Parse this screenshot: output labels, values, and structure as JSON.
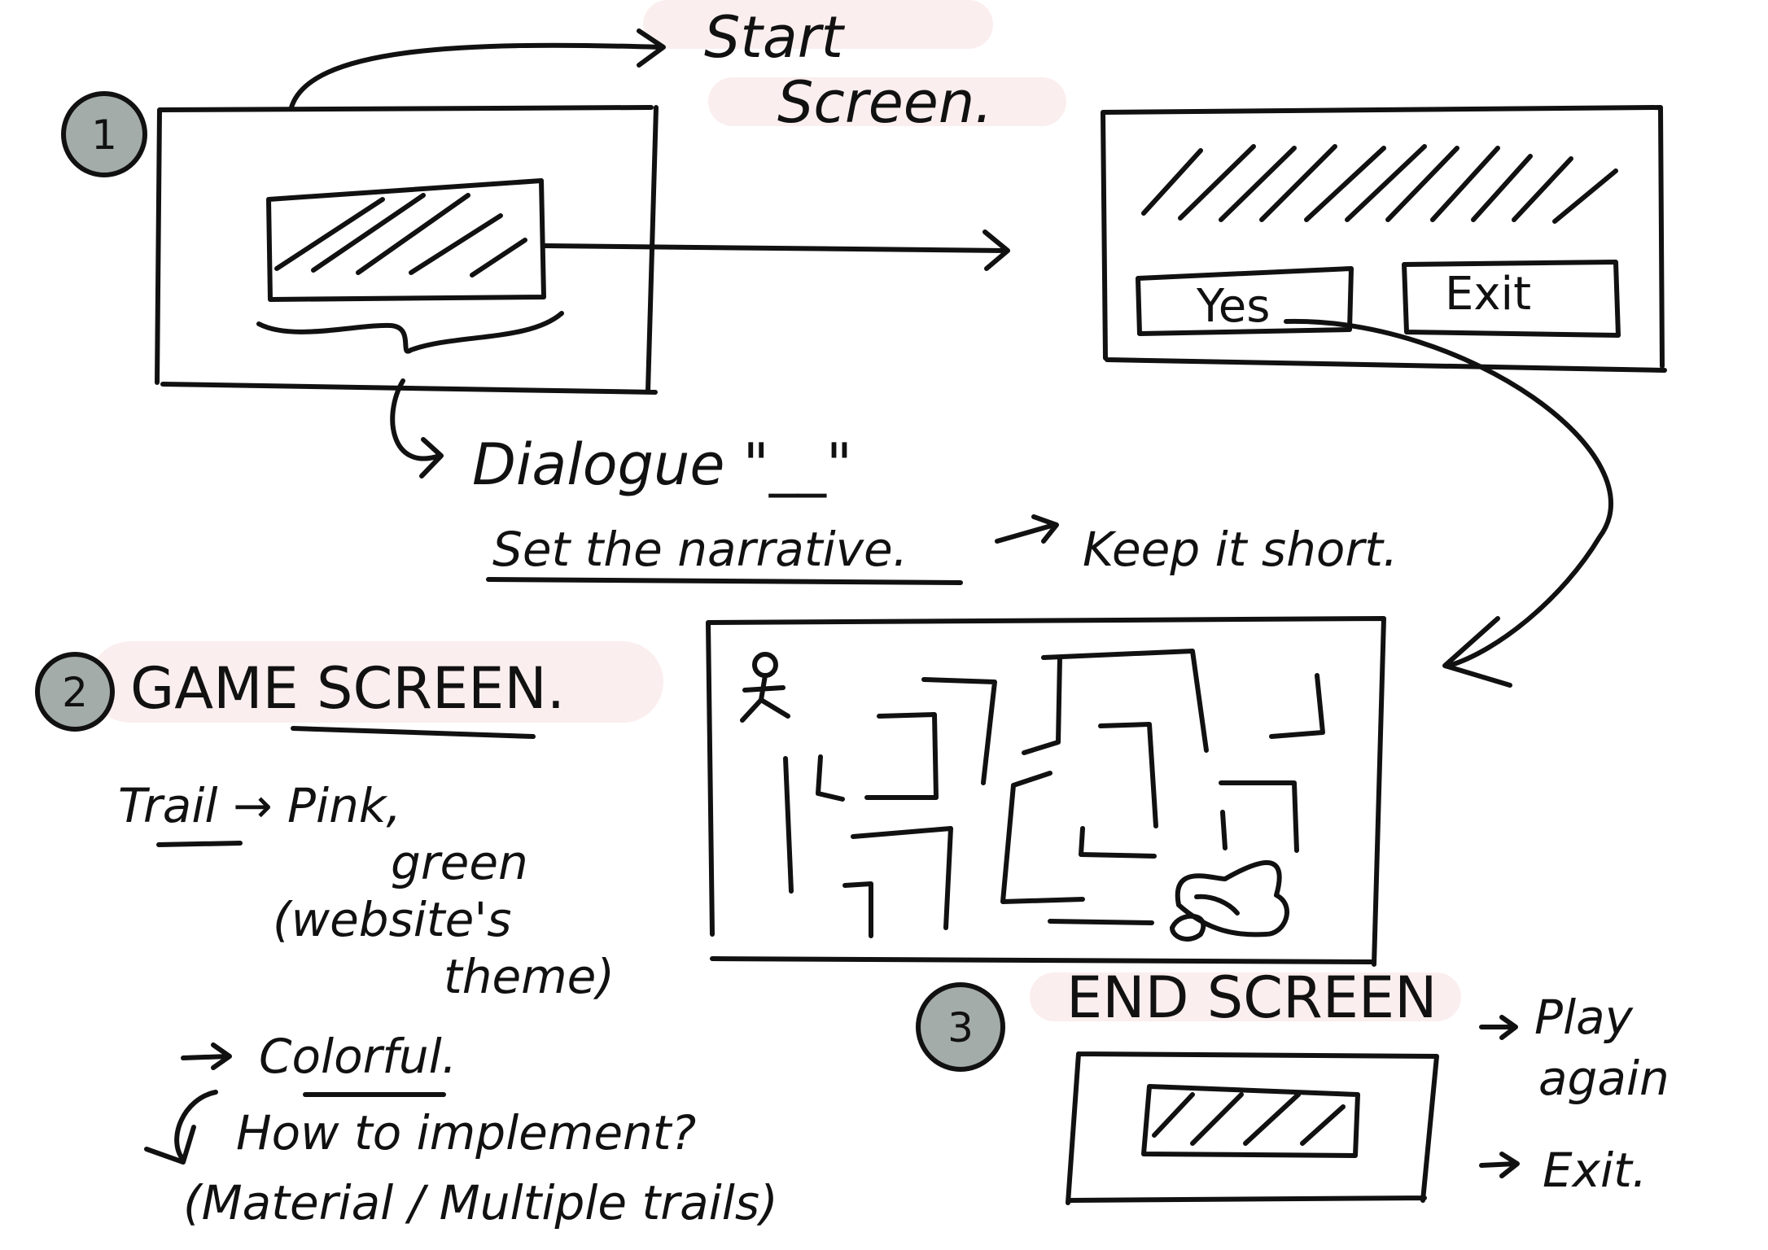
{
  "colors": {
    "ink": "#111111",
    "highlight": "#fbeeee",
    "badge_fill": "#a3aca9",
    "background": "#ffffff"
  },
  "steps": {
    "start": {
      "number": "1"
    },
    "game": {
      "number": "2",
      "title": "GAME SCREEN."
    },
    "end": {
      "number": "3",
      "title": "END SCREEN"
    }
  },
  "start_label": {
    "line1": "Start",
    "line2": "Screen."
  },
  "dialog": {
    "yes_label": "Yes",
    "exit_label": "Exit"
  },
  "notes": {
    "dialogue": "Dialogue \"__\"",
    "narrative": "Set the narrative.",
    "keep_short": "Keep it short.",
    "trail_line1": "Trail → Pink,",
    "trail_line2": "green",
    "trail_line3": "(website's",
    "trail_line4": "theme)",
    "colorful": "Colorful.",
    "implement": "How to implement?",
    "material": "(Material / Multiple trails)"
  },
  "end_options": {
    "play_again_line1": "Play",
    "play_again_line2": "again",
    "exit": "Exit."
  },
  "icons": [
    "stick-figure-icon",
    "blob-creature-icon"
  ]
}
